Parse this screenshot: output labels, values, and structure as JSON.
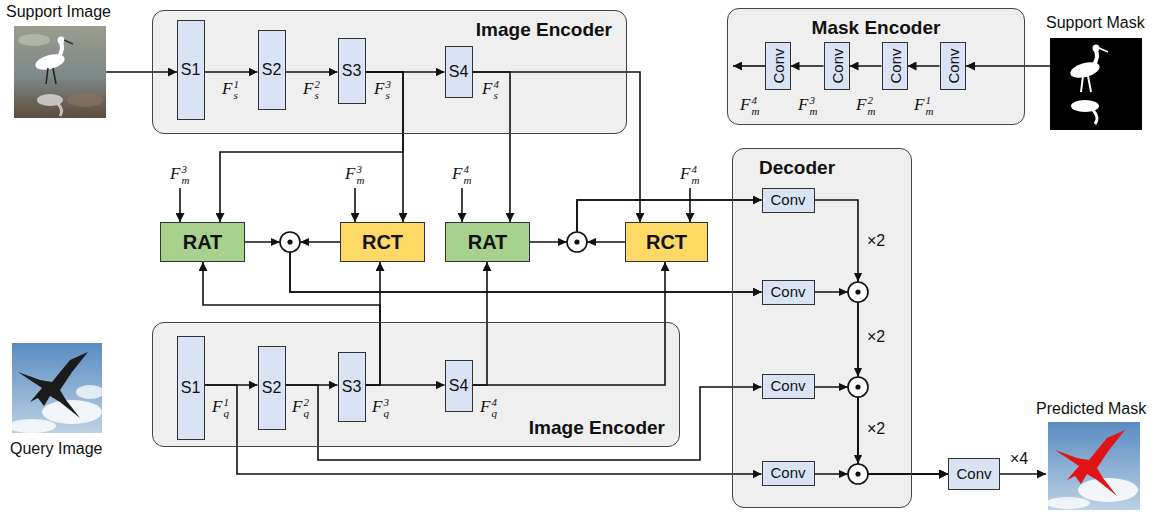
{
  "diagram": {
    "nodes": [
      {
        "text": [
          "Image Encoder"
        ]
      },
      {
        "text": [
          "S1"
        ],
        "in": 0
      },
      {
        "text": [
          "S2"
        ],
        "in": 0
      },
      {
        "text": [
          "S3"
        ],
        "in": 0
      },
      {
        "text": [
          "S4"
        ],
        "in": 0
      },
      {
        "text": [
          "Mask Encoder"
        ]
      },
      {
        "text": [
          "Conv"
        ],
        "in": 5
      },
      {
        "text": [
          "Conv"
        ],
        "in": 5
      },
      {
        "text": [
          "Conv"
        ],
        "in": 5
      },
      {
        "text": [
          "Conv"
        ],
        "in": 5
      },
      {
        "text": [
          "RAT"
        ]
      },
      {
        "text": [
          "RCT"
        ]
      },
      {
        "text": [
          "RAT"
        ]
      },
      {
        "text": [
          "RCT"
        ]
      },
      {
        "text": [
          "Decoder"
        ]
      },
      {
        "text": [
          "Conv"
        ],
        "in": 14
      },
      {
        "text": [
          "Conv"
        ],
        "in": 14
      },
      {
        "text": [
          "Conv"
        ],
        "in": 14
      },
      {
        "text": [
          "Conv"
        ],
        "in": 14
      },
      {
        "text": [
          "Image Encoder"
        ]
      },
      {
        "text": [
          "S1"
        ],
        "in": 19
      },
      {
        "text": [
          "S2"
        ],
        "in": 19
      },
      {
        "text": [
          "S3"
        ],
        "in": 19
      },
      {
        "text": [
          "S4"
        ],
        "in": 19
      },
      {
        "text": [
          "Conv"
        ]
      }
    ],
    "edges": [
      {
        "from": 1,
        "to": 2,
        "arrow": "to"
      },
      {
        "from": 2,
        "to": 3,
        "arrow": "to"
      },
      {
        "from": 3,
        "to": 4,
        "arrow": "to"
      },
      {
        "from": 9,
        "to": 8,
        "arrow": "to"
      },
      {
        "from": 8,
        "to": 7,
        "arrow": "to"
      },
      {
        "from": 7,
        "to": 6,
        "arrow": "to"
      },
      {
        "from": 20,
        "to": 21,
        "arrow": "to"
      },
      {
        "from": 21,
        "to": 22,
        "arrow": "to"
      },
      {
        "from": 22,
        "to": 23,
        "arrow": "to"
      },
      {
        "from": 3,
        "to": 10,
        "arrow": "to"
      },
      {
        "from": 3,
        "to": 11,
        "arrow": "to"
      },
      {
        "from": 4,
        "to": 12,
        "arrow": "to"
      },
      {
        "from": 4,
        "to": 13,
        "arrow": "to"
      },
      {
        "from": 22,
        "to": 10,
        "arrow": "to"
      },
      {
        "from": 22,
        "to": 11,
        "arrow": "to"
      },
      {
        "from": 23,
        "to": 12,
        "arrow": "to"
      },
      {
        "from": 23,
        "to": 13,
        "arrow": "to"
      },
      {
        "from": 10,
        "to": 16,
        "arrow": "to"
      },
      {
        "from": 11,
        "to": 16,
        "arrow": "to"
      },
      {
        "from": 12,
        "to": 15,
        "arrow": "to"
      },
      {
        "from": 13,
        "to": 15,
        "arrow": "to"
      },
      {
        "from": 15,
        "to": 24,
        "arrow": "to"
      },
      {
        "from": 16,
        "to": 24,
        "arrow": "to"
      },
      {
        "from": 17,
        "to": 24,
        "arrow": "to"
      },
      {
        "from": 18,
        "to": 24,
        "arrow": "to"
      },
      {
        "from": 21,
        "to": 17,
        "arrow": "to"
      },
      {
        "from": 20,
        "to": 18,
        "arrow": "to"
      }
    ],
    "labels": [
      "Support Image",
      "Fs1",
      "Fs2",
      "Fs3",
      "Fs4",
      "Support Mask",
      "Fm4",
      "Fm3",
      "Fm2",
      "Fm1",
      "Fm3",
      "Fm3",
      "Fm4",
      "Fm4",
      "×2",
      "×2",
      "×2",
      "Query Image",
      "Fq1",
      "Fq2",
      "Fq3",
      "Fq4",
      "×4",
      "Predicted Mask"
    ]
  }
}
